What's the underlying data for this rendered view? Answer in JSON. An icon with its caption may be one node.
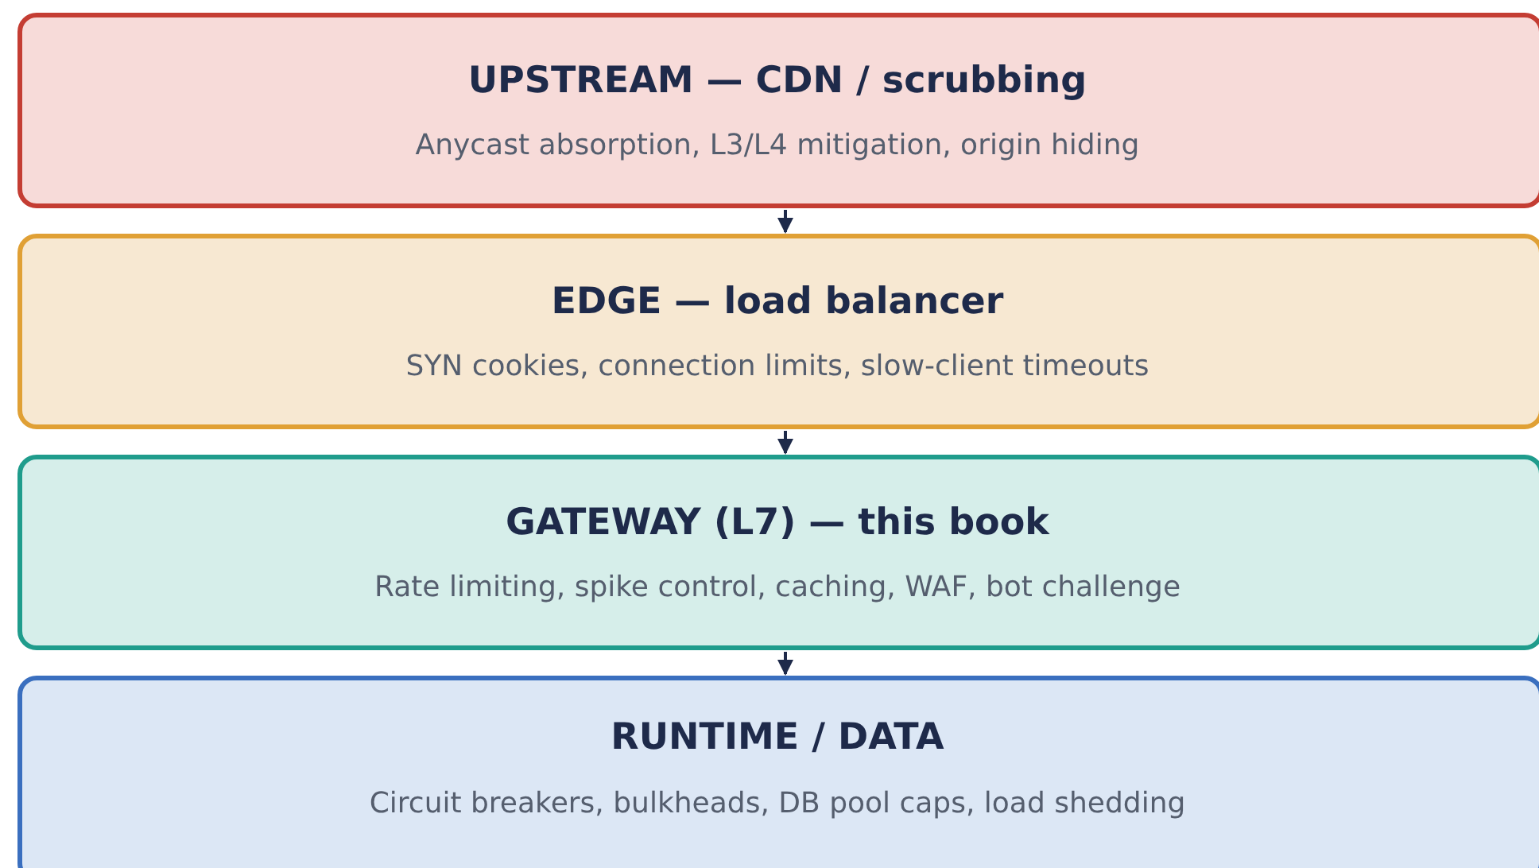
{
  "diagram": {
    "nodes": [
      {
        "text": [
          "UPSTREAM  —  CDN / scrubbing",
          "Anycast absorption, L3/L4 mitigation, origin hiding"
        ]
      },
      {
        "text": [
          "EDGE  —  load balancer",
          "SYN cookies, connection limits, slow-client timeouts"
        ]
      },
      {
        "text": [
          "GATEWAY (L7)  —  this book",
          "Rate limiting, spike control, caching, WAF, bot challenge"
        ]
      },
      {
        "text": [
          "RUNTIME / DATA",
          "Circuit breakers, bulkheads, DB pool caps, load shedding"
        ]
      }
    ],
    "edges": [
      {
        "from": 0,
        "to": 1,
        "arrow": "to"
      },
      {
        "from": 1,
        "to": 2,
        "arrow": "to"
      },
      {
        "from": 2,
        "to": 3,
        "arrow": "to"
      }
    ]
  }
}
